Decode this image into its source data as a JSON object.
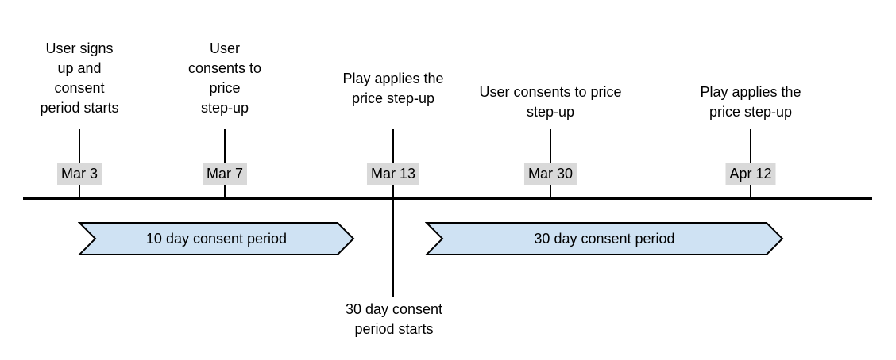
{
  "colors": {
    "background": "#ffffff",
    "banner_fill": "#cfe2f3",
    "banner_border": "#000000",
    "date_chip_bg": "#d9d9d9",
    "line": "#000000",
    "text": "#000000"
  },
  "timeline": {
    "events": [
      {
        "label": "User signs\nup and\nconsent\nperiod starts",
        "date": "Mar 3"
      },
      {
        "label": "User\nconsents to\nprice\nstep-up",
        "date": "Mar 7"
      },
      {
        "label": "Play applies the\nprice step-up",
        "date": "Mar 13"
      },
      {
        "label": "User consents to price\nstep-up",
        "date": "Mar 30"
      },
      {
        "label": "Play applies the\nprice step-up",
        "date": "Apr 12"
      }
    ],
    "banners": [
      {
        "label": "10 day consent period"
      },
      {
        "label": "30 day consent period"
      }
    ],
    "annotation": "30 day consent\nperiod starts"
  }
}
